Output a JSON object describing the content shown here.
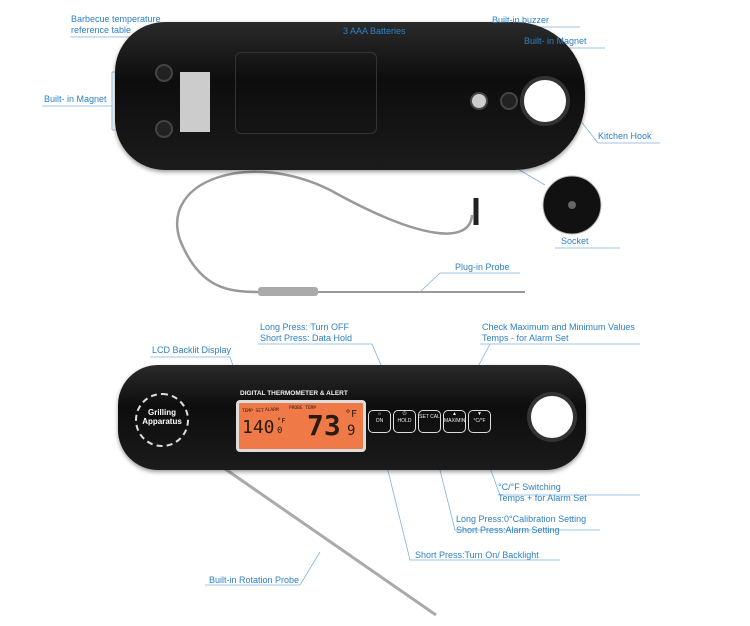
{
  "labels": {
    "bbq_table": [
      "Barbecue temperature",
      "reference table"
    ],
    "batteries": "3 AAA Batteries",
    "buzzer": "Built-in buzzer",
    "magnet_right": "Built- in Magnet",
    "magnet_left": "Built- in Magnet",
    "kitchen_hook": "Kitchen Hook",
    "socket": "Socket",
    "plug_in_probe": "Plug-in Probe",
    "power": [
      "Long Press: Turn OFF",
      "Short Press: Data Hold"
    ],
    "max_min": [
      "Check Maximum and Minimum Values",
      "Temps - for Alarm Set"
    ],
    "lcd": "LCD Backlit Display",
    "unit_switch": [
      "°C/°F Switching",
      "Temps + for Alarm Set"
    ],
    "calibration": [
      "Long Press:0°Calibration Setting",
      "Short Press:Alarm Setting"
    ],
    "backlight": "Short Press:Turn On/ Backlight",
    "rotation_probe": "Built-in Rotation Probe"
  },
  "device": {
    "title": "DIGITAL THERMOMETER & ALERT",
    "logo": [
      "Grilling",
      "Apparatus"
    ],
    "lcd": {
      "temp_set_label": "TEMP SET",
      "alarm_label": "ALARM",
      "probe_temp_label": "PROBE TEMP",
      "set_value": "140",
      "set_decimal": "0",
      "set_unit": "°F",
      "probe_value": "73",
      "probe_decimal": "9",
      "probe_unit": "°F"
    },
    "buttons": [
      {
        "icon": "light-icon",
        "label": "ON"
      },
      {
        "icon": "power-icon",
        "label": "HOLD"
      },
      {
        "icon": "set-icon",
        "label": "SET CAL"
      },
      {
        "icon": "up-icon",
        "label": "MAX/MIN"
      },
      {
        "icon": "down-icon",
        "label": "°C/°F"
      }
    ]
  }
}
